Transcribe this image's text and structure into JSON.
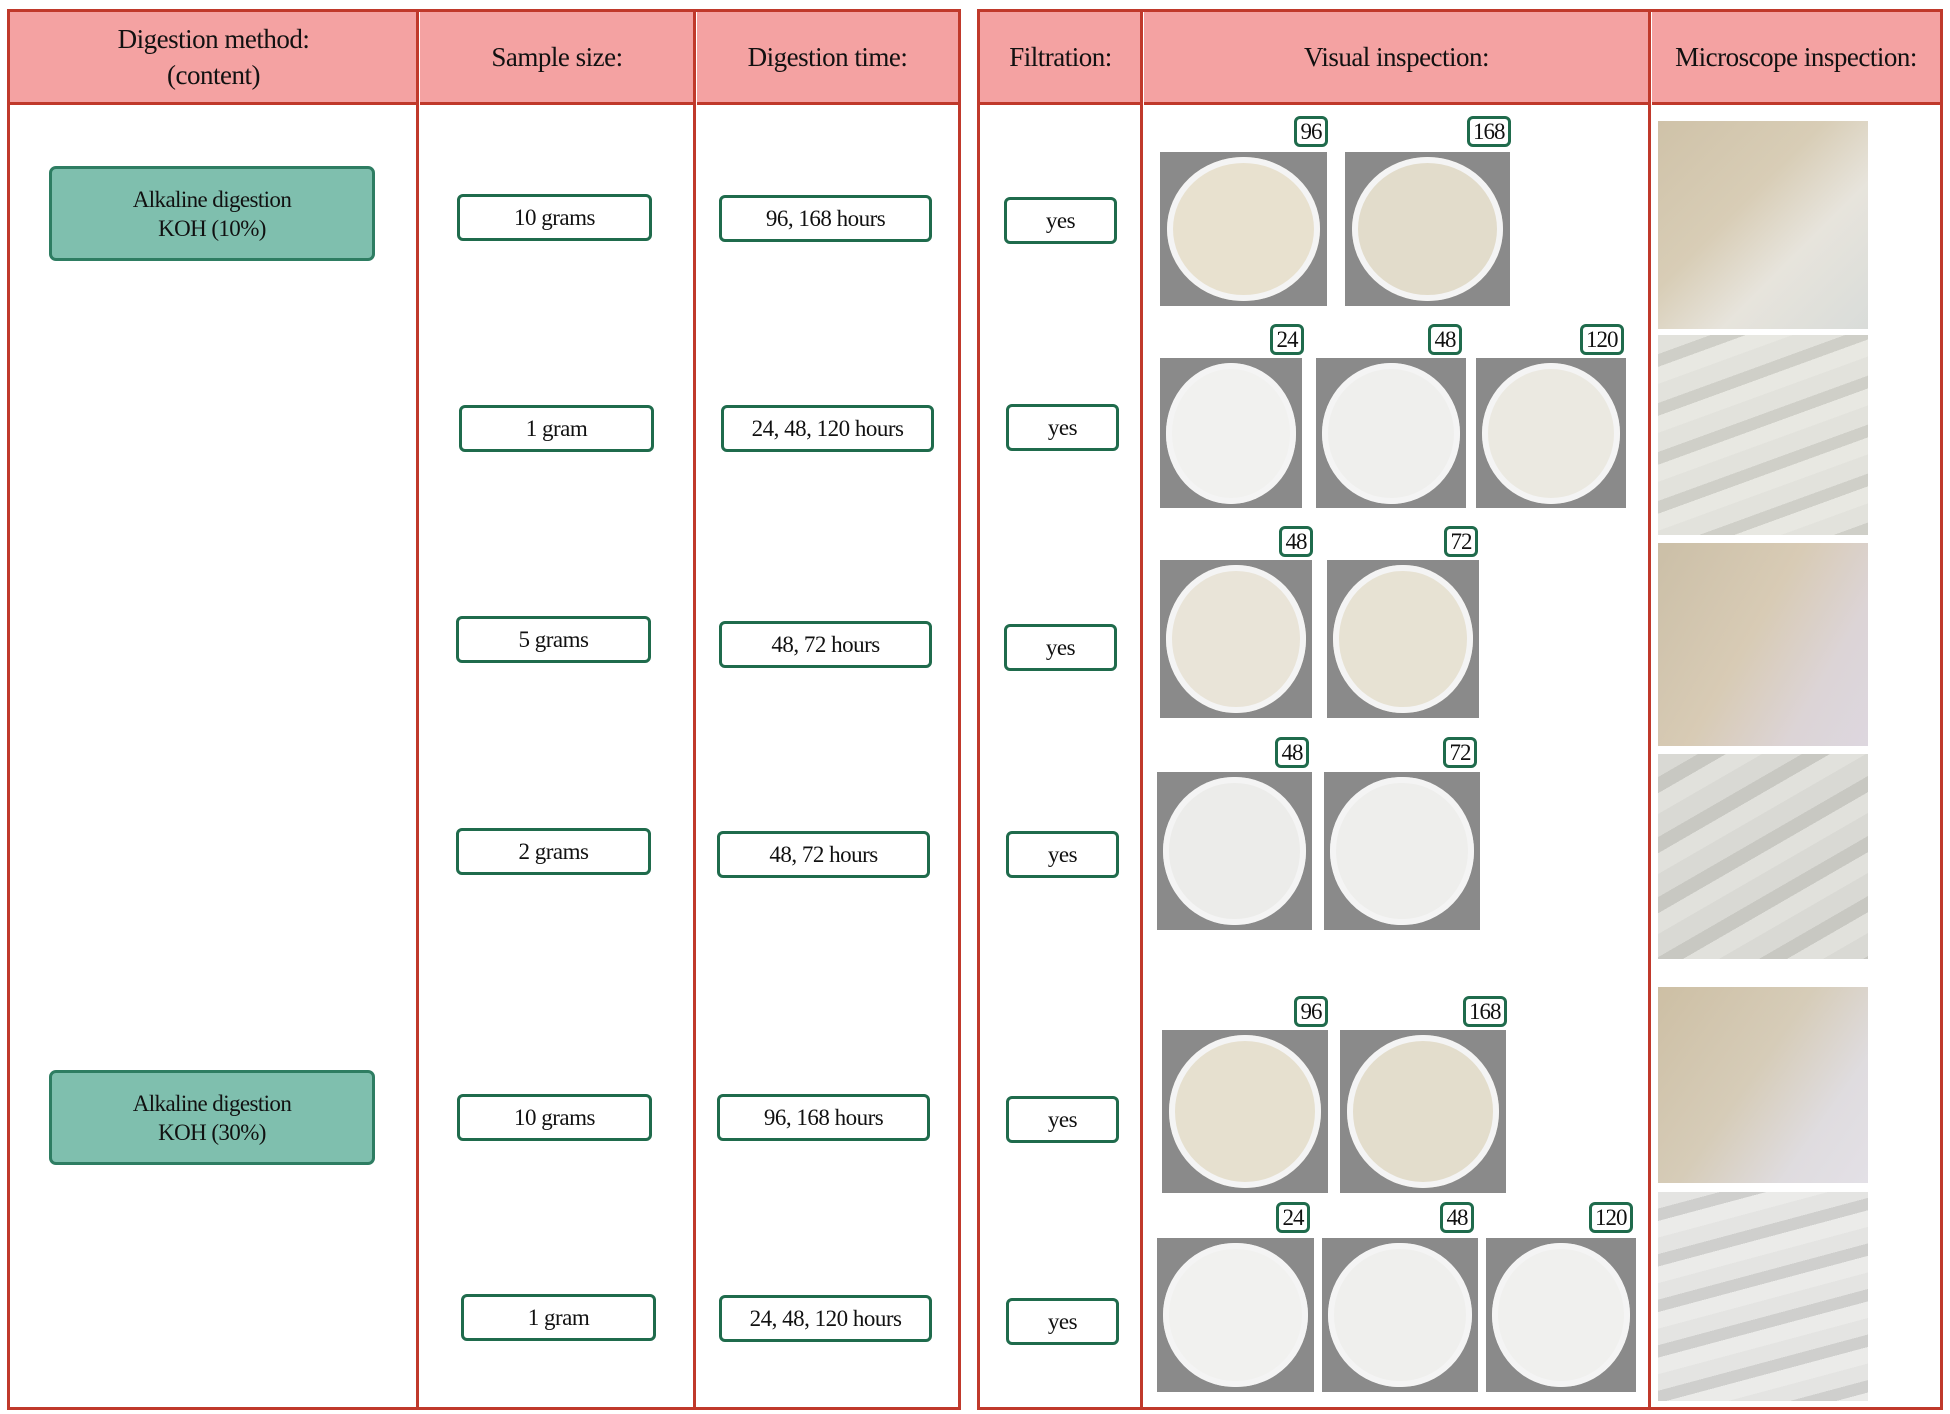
{
  "headers": {
    "method_line1": "Digestion method:",
    "method_line2": "(content)",
    "sample": "Sample size:",
    "time": "Digestion time:",
    "filtration": "Filtration:",
    "visual": "Visual inspection:",
    "microscope": "Microscope inspection:"
  },
  "methods": [
    {
      "line1": "Alkaline digestion",
      "line2": "KOH (10%)"
    },
    {
      "line1": "Alkaline digestion",
      "line2": "KOH (30%)"
    }
  ],
  "rows": [
    {
      "sample": "10 grams",
      "time": "96, 168 hours",
      "filtration": "yes",
      "tags": [
        "96",
        "168"
      ]
    },
    {
      "sample": "1 gram",
      "time": "24, 48, 120 hours",
      "filtration": "yes",
      "tags": [
        "24",
        "48",
        "120"
      ]
    },
    {
      "sample": "5 grams",
      "time": "48, 72 hours",
      "filtration": "yes",
      "tags": [
        "48",
        "72"
      ]
    },
    {
      "sample": "2 grams",
      "time": "48, 72 hours",
      "filtration": "yes",
      "tags": [
        "48",
        "72"
      ]
    },
    {
      "sample": "10 grams",
      "time": "96, 168 hours",
      "filtration": "yes",
      "tags": [
        "96",
        "168"
      ]
    },
    {
      "sample": "1 gram",
      "time": "24, 48, 120 hours",
      "filtration": "yes",
      "tags": [
        "24",
        "48",
        "120"
      ]
    }
  ],
  "colors": {
    "header_fill": "#f4a2a2",
    "border": "#c0392b",
    "method_fill": "#7fbfae",
    "pill_border": "#1f6b4c"
  }
}
